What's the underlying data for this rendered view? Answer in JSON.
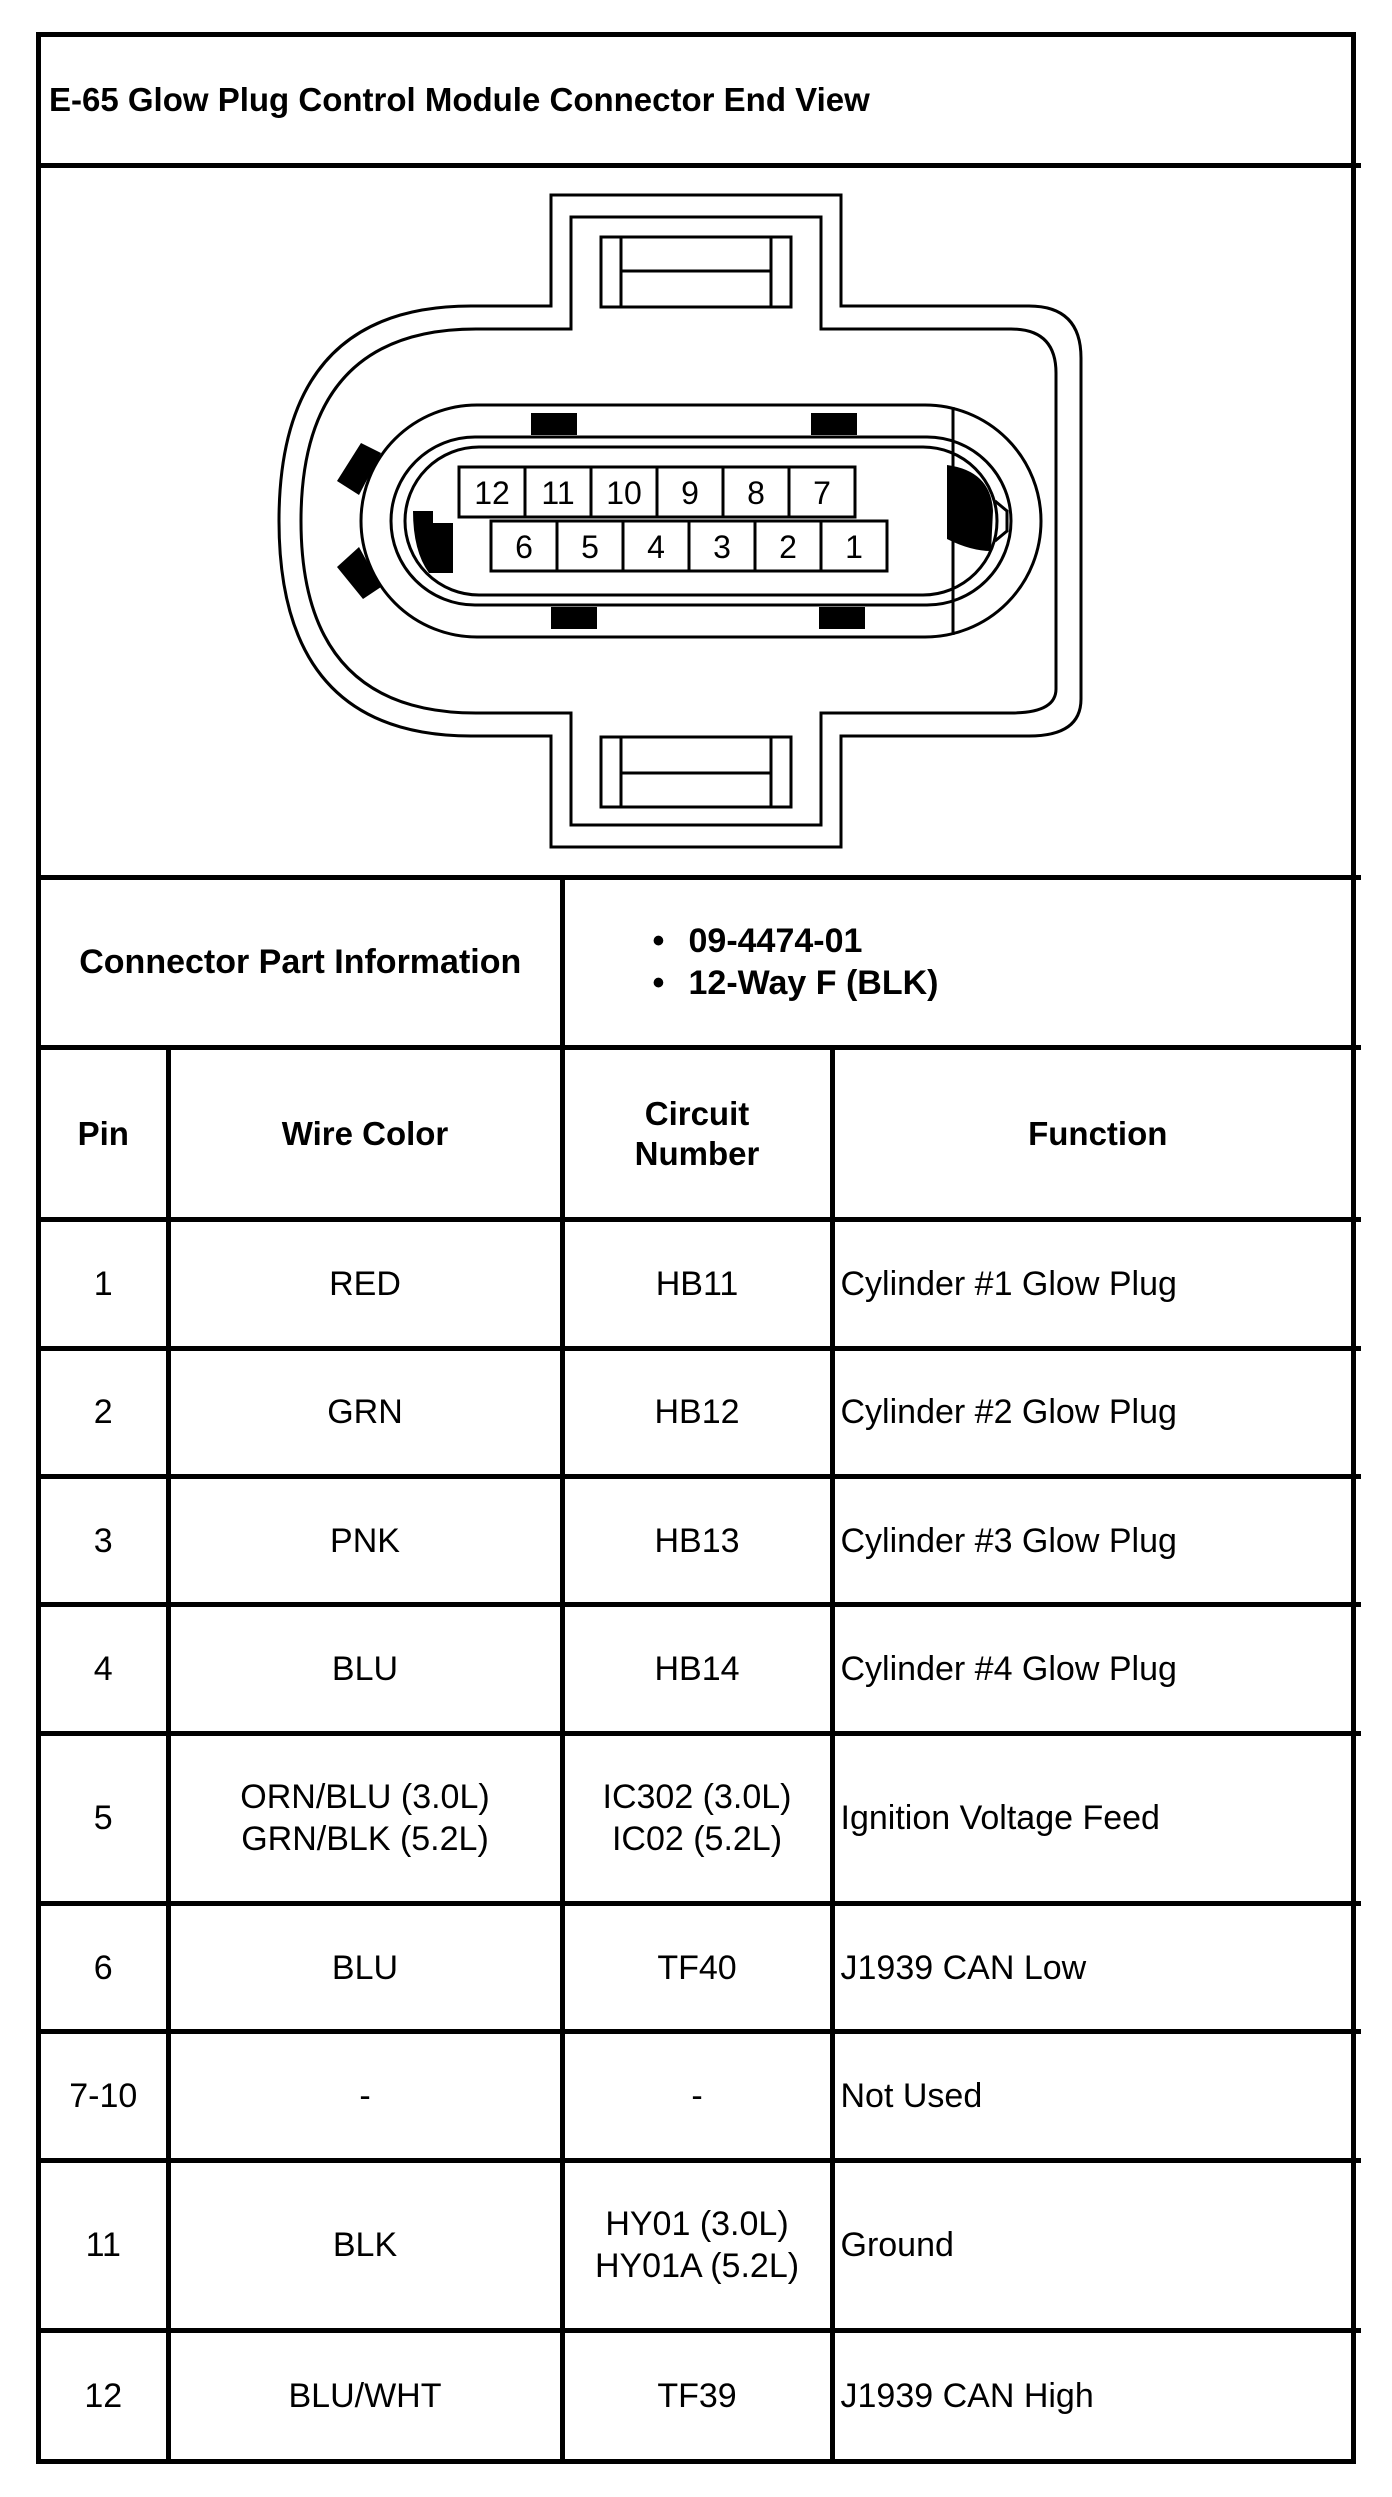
{
  "title": "E-65 Glow Plug Control Module Connector End View",
  "connector": {
    "top_row_pins": [
      "12",
      "11",
      "10",
      "9",
      "8",
      "7"
    ],
    "bottom_row_pins": [
      "6",
      "5",
      "4",
      "3",
      "2",
      "1"
    ]
  },
  "part_info": {
    "label": "Connector Part Information",
    "items": [
      "09-4474-01",
      "12-Way F (BLK)"
    ]
  },
  "columns": {
    "pin": "Pin",
    "wire_color": "Wire Color",
    "circuit_line1": "Circuit",
    "circuit_line2": "Number",
    "function": "Function"
  },
  "rows": [
    {
      "pin": "1",
      "wire": [
        "RED"
      ],
      "circuit": [
        "HB11"
      ],
      "function": "Cylinder #1 Glow Plug"
    },
    {
      "pin": "2",
      "wire": [
        "GRN"
      ],
      "circuit": [
        "HB12"
      ],
      "function": "Cylinder #2 Glow Plug"
    },
    {
      "pin": "3",
      "wire": [
        "PNK"
      ],
      "circuit": [
        "HB13"
      ],
      "function": "Cylinder #3 Glow Plug"
    },
    {
      "pin": "4",
      "wire": [
        "BLU"
      ],
      "circuit": [
        "HB14"
      ],
      "function": "Cylinder #4 Glow Plug"
    },
    {
      "pin": "5",
      "wire": [
        "ORN/BLU (3.0L)",
        "GRN/BLK (5.2L)"
      ],
      "circuit": [
        "IC302 (3.0L)",
        "IC02 (5.2L)"
      ],
      "function": "Ignition Voltage Feed"
    },
    {
      "pin": "6",
      "wire": [
        "BLU"
      ],
      "circuit": [
        "TF40"
      ],
      "function": "J1939 CAN Low"
    },
    {
      "pin": "7-10",
      "wire": [
        "-"
      ],
      "circuit": [
        "-"
      ],
      "function": "Not Used"
    },
    {
      "pin": "11",
      "wire": [
        "BLK"
      ],
      "circuit": [
        "HY01 (3.0L)",
        "HY01A (5.2L)"
      ],
      "function": "Ground"
    },
    {
      "pin": "12",
      "wire": [
        "BLU/WHT"
      ],
      "circuit": [
        "TF39"
      ],
      "function": "J1939 CAN High"
    }
  ]
}
